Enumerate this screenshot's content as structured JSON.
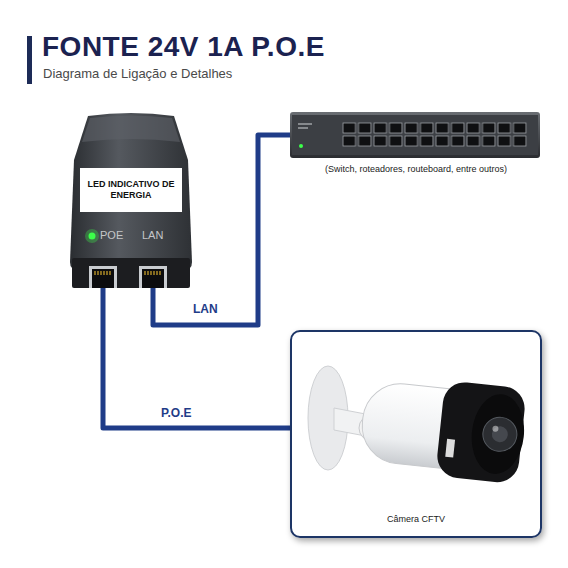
{
  "diagram": {
    "title": "FONTE 24V 1A P.O.E",
    "nodes": [
      {
        "text": [
          "LED INDICATIVO DE ENERGIA",
          "POE",
          "LAN"
        ]
      },
      {
        "text": [
          "(Switch, roteadores, routeboard, entre outros)"
        ]
      },
      {
        "text": [
          "Câmera CFTV"
        ]
      }
    ],
    "edges": [
      {
        "from": 0,
        "to": 1,
        "arrow": "none",
        "label": "LAN"
      },
      {
        "from": 0,
        "to": 2,
        "arrow": "none",
        "label": "P.O.E"
      }
    ],
    "labels": [
      "Diagrama de Ligação e Detalhes"
    ]
  }
}
